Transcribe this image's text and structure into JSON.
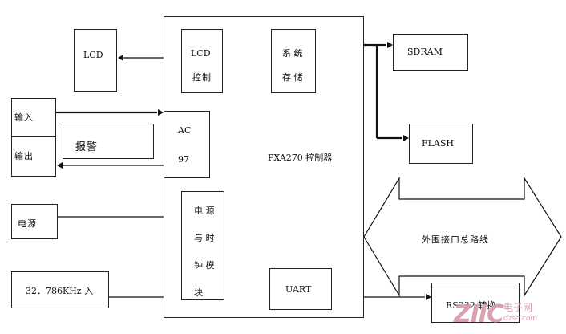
{
  "lcd": "LCD",
  "lcd_ctrl": [
    "LCD",
    "控制"
  ],
  "sys_storage": [
    "系 统",
    "存 储"
  ],
  "sdram": "SDRAM",
  "flash": "FLASH",
  "input": "输入",
  "output": "输出",
  "alarm": "报警",
  "ac97": [
    "AC",
    "97"
  ],
  "controller": "PXA270 控制器",
  "power": "电源",
  "power_clock": [
    "电 源",
    "与 时",
    "钟 模",
    "块"
  ],
  "crystal": "32．786KHz 入",
  "uart": "UART",
  "ext_bus": "外围接口总路线",
  "rs232": "RS232 转换",
  "watermark": {
    "logo": "ZIIC",
    "cn": "电子网",
    "url": "dzsc.com"
  }
}
